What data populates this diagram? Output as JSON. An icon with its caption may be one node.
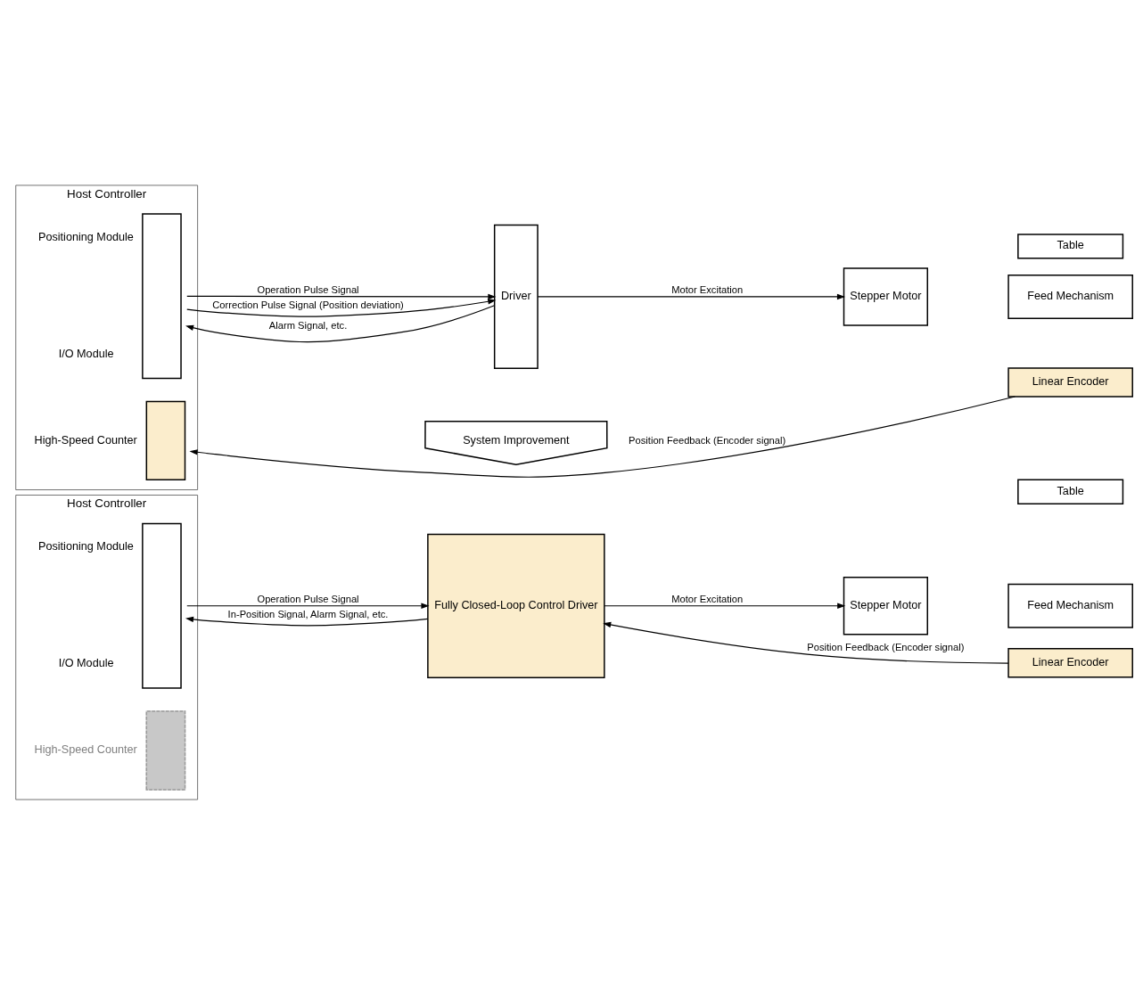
{
  "diagram": {
    "nodes": [
      {
        "text": [
          "Host Controller"
        ]
      },
      {
        "text": [],
        "shape": "box",
        "in": 0,
        "beside": [
          "Positioning Module",
          "I/O Module"
        ]
      },
      {
        "text": [],
        "shape": "box",
        "in": 0,
        "beside": [
          "High-Speed Counter"
        ]
      },
      {
        "text": [
          "Driver"
        ]
      },
      {
        "text": [
          "Stepper Motor"
        ]
      },
      {
        "text": [
          "Table"
        ]
      },
      {
        "text": [
          "Feed Mechanism"
        ]
      },
      {
        "text": [
          "Linear Encoder"
        ]
      },
      {
        "text": [
          "System Improvement"
        ]
      },
      {
        "text": [
          "Host Controller"
        ]
      },
      {
        "text": [],
        "shape": "box",
        "in": 9,
        "beside": [
          "Positioning Module",
          "I/O Module"
        ]
      },
      {
        "text": [],
        "shape": "box",
        "in": 9,
        "beside": [
          "High-Speed Counter"
        ]
      },
      {
        "text": [
          "Fully Closed-Loop Control Driver"
        ]
      },
      {
        "text": [
          "Stepper Motor"
        ]
      },
      {
        "text": [
          "Table"
        ]
      },
      {
        "text": [
          "Feed Mechanism"
        ]
      },
      {
        "text": [
          "Linear Encoder"
        ]
      }
    ],
    "edges": [
      {
        "from": 1,
        "to": 3,
        "arrow": "to",
        "label": "Operation Pulse Signal"
      },
      {
        "from": 1,
        "to": 3,
        "arrow": "to",
        "label": "Correction Pulse Signal (Position deviation)"
      },
      {
        "from": 3,
        "to": 1,
        "arrow": "to",
        "label": "Alarm Signal, etc."
      },
      {
        "from": 3,
        "to": 4,
        "arrow": "to",
        "label": "Motor Excitation"
      },
      {
        "from": 7,
        "to": 2,
        "arrow": "to",
        "label": "Position Feedback (Encoder signal)"
      },
      {
        "from": 10,
        "to": 12,
        "arrow": "to",
        "label": "Operation Pulse Signal"
      },
      {
        "from": 12,
        "to": 10,
        "arrow": "to",
        "label": "In-Position Signal, Alarm Signal, etc."
      },
      {
        "from": 12,
        "to": 13,
        "arrow": "to",
        "label": "Motor Excitation"
      },
      {
        "from": 16,
        "to": 12,
        "arrow": "to",
        "label": "Position Feedback (Encoder signal)"
      }
    ]
  }
}
